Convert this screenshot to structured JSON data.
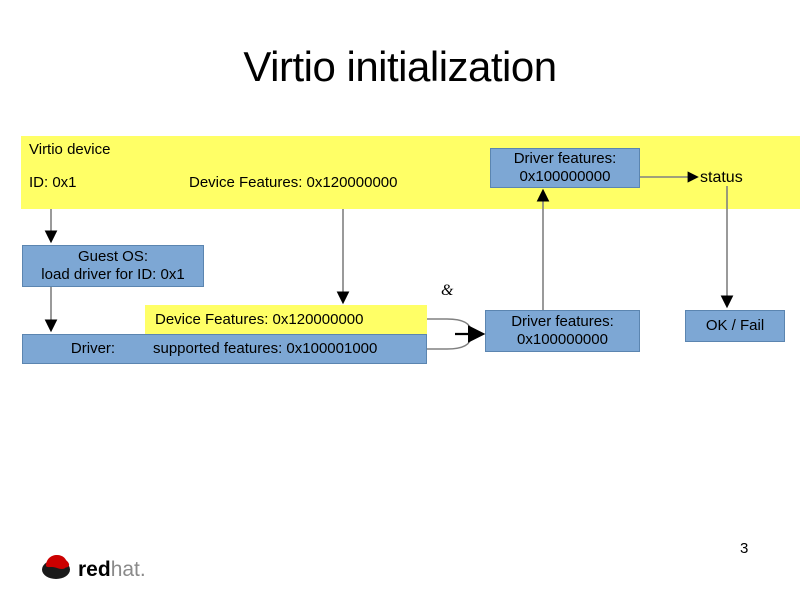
{
  "slide": {
    "title": "Virtio initialization",
    "page_number": "3",
    "background_color": "#ffffff"
  },
  "colors": {
    "highlight_yellow": "#ffff66",
    "box_blue": "#7da7d4",
    "box_blue_border": "#5b85b0",
    "arrow_gray": "#808080",
    "arrow_black": "#000000",
    "redhat_red": "#cc0000"
  },
  "diagram": {
    "banner": {
      "label": "Virtio device",
      "id_label": "ID: 0x1",
      "device_features_label": "Device Features:  0x120000000"
    },
    "boxes": [
      {
        "name": "driver-features-top",
        "line1": "Driver features:",
        "line2": "0x100000000",
        "fill": "#7da7d4"
      },
      {
        "name": "guest-os",
        "line1": "Guest OS:",
        "line2": "load driver for ID: 0x1",
        "fill": "#7da7d4"
      },
      {
        "name": "device-features-mid",
        "text": "Device Features:  0x120000000",
        "fill": "#ffff66"
      },
      {
        "name": "driver",
        "label": "Driver:",
        "text": "supported features: 0x100001000",
        "fill": "#7da7d4"
      },
      {
        "name": "driver-features-bottom",
        "line1": "Driver features:",
        "line2": "0x100000000",
        "fill": "#7da7d4"
      },
      {
        "name": "ok-fail",
        "text": "OK / Fail",
        "fill": "#7da7d4"
      }
    ],
    "labels": {
      "status": "status",
      "and_operator": "&"
    }
  },
  "logo": {
    "word_bold": "red",
    "word_light": "hat",
    "trademark_dot": "."
  }
}
